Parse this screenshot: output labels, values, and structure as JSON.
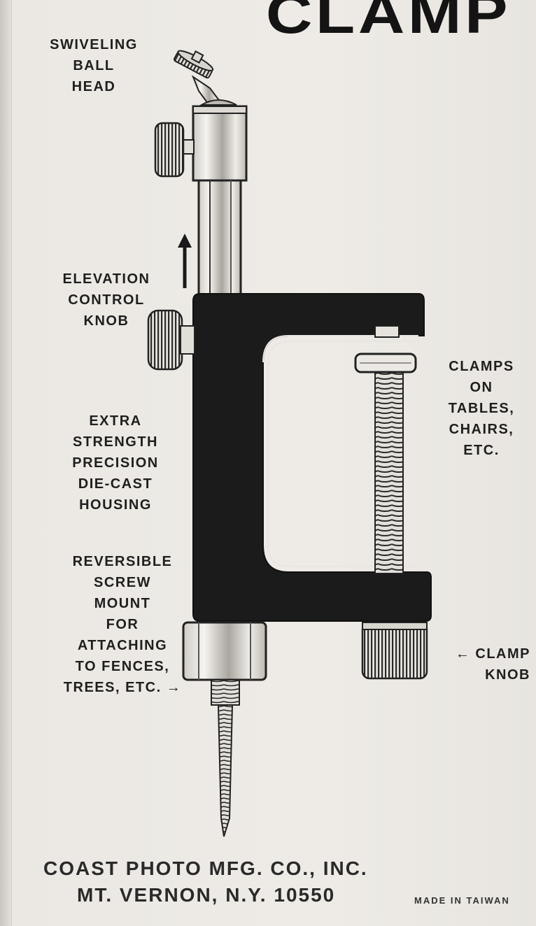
{
  "header": {
    "title": "CLAMP"
  },
  "callouts": {
    "ball_head": "SWIVELING\nBALL\nHEAD",
    "elevation": "ELEVATION\nCONTROL\nKNOB",
    "housing": "EXTRA\nSTRENGTH\nPRECISION\nDIE-CAST\nHOUSING",
    "screw_mount": "REVERSIBLE\nSCREW\nMOUNT\nFOR\nATTACHING\nTO FENCES,\nTREES, ETC. →",
    "clamps_on": "CLAMPS\nON\nTABLES,\nCHAIRS,\nETC.",
    "clamp_knob": "← CLAMP\nKNOB"
  },
  "footer": {
    "company": "COAST PHOTO MFG. CO., INC.",
    "address": "MT. VERNON, N.Y. 10550",
    "origin": "MADE IN TAIWAN"
  },
  "colors": {
    "paper": "#ece9e4",
    "ink": "#1d1d1d",
    "housing": "#1b1b1b"
  }
}
